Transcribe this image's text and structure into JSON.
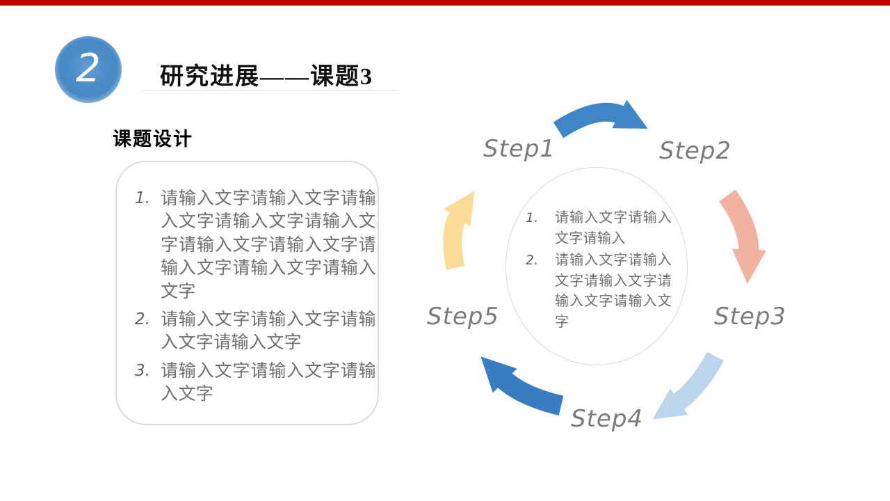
{
  "slide": {
    "accent_bar_color": "#c00000",
    "badge": {
      "number": "2",
      "color": "#478ac6"
    },
    "header": {
      "title": "研究进展——课题3"
    },
    "section": {
      "label": "课题设计"
    },
    "left_box": {
      "items": [
        {
          "num": "1.",
          "text": "请输入文字请输入文字请输入文字请输入文字请输入文字请输入文字请输入文字请输入文字请输入文字请输入文字"
        },
        {
          "num": "2.",
          "text": "请输入文字请输入文字请输入文字请输入文字"
        },
        {
          "num": "3.",
          "text": "请输入文字请输入文字请输入文字"
        }
      ]
    },
    "cycle": {
      "steps": [
        {
          "label": "Step1"
        },
        {
          "label": "Step2"
        },
        {
          "label": "Step3"
        },
        {
          "label": "Step4"
        },
        {
          "label": "Step5"
        }
      ],
      "center_items": [
        {
          "num": "1.",
          "text": "请输入文字请输入文字请输入"
        },
        {
          "num": "2.",
          "text": "请输入文字请输入文字请输入文字请输入文字请输入文字"
        }
      ],
      "arrows": [
        {
          "name": "step1-to-step2",
          "color": "#3e86c6"
        },
        {
          "name": "step2-to-step3",
          "color": "#f1b2a1"
        },
        {
          "name": "step3-to-step4",
          "color": "#bcd5ec"
        },
        {
          "name": "step4-to-step5",
          "color": "#377dbf"
        },
        {
          "name": "step5-to-step1",
          "color": "#f9dc97"
        }
      ],
      "text_color": "#6f6f6f",
      "label_color": "#7b7b7b",
      "circle_border_color": "#d9d9d9"
    }
  }
}
